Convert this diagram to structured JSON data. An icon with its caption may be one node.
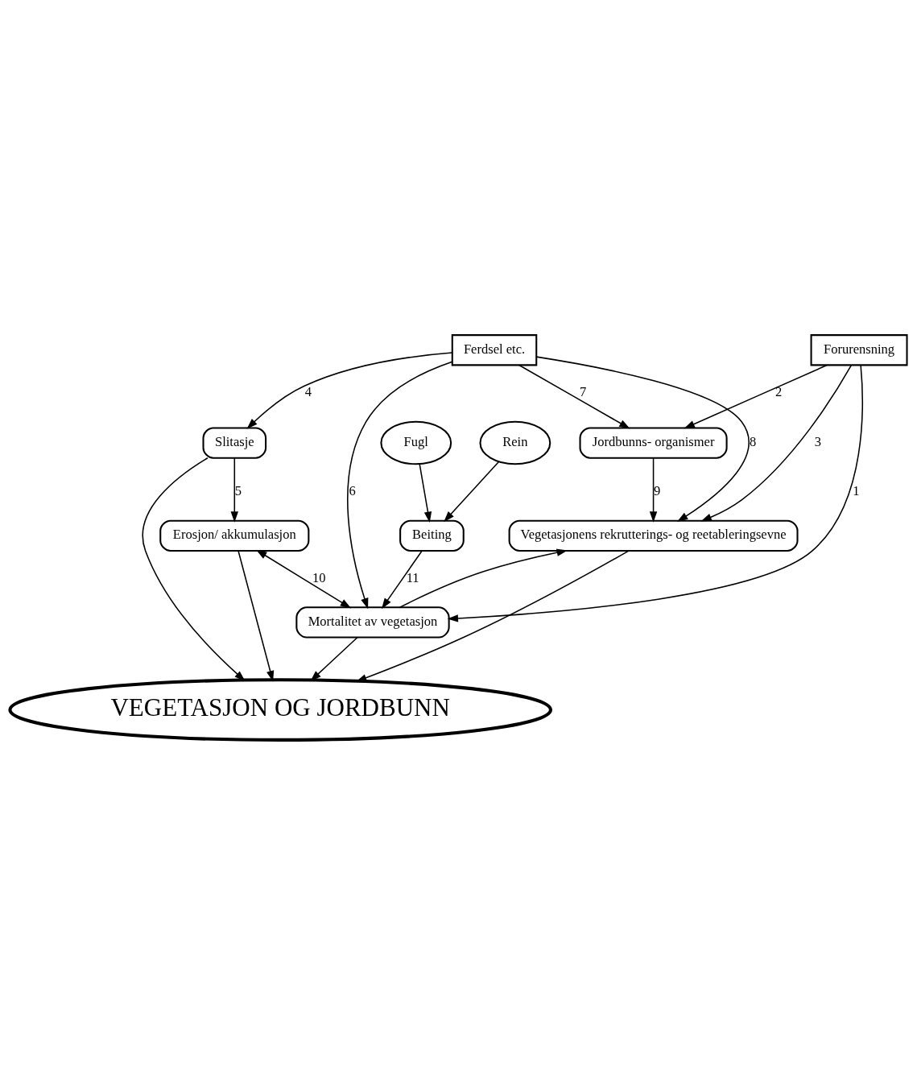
{
  "diagram": {
    "nodes": [
      {
        "text": [
          "Forurensning"
        ]
      },
      {
        "text": [
          "Ferdsel etc."
        ]
      },
      {
        "text": [
          "VEGETASJON OG JORDBUNN"
        ]
      },
      {
        "text": [
          "Slitasje"
        ]
      },
      {
        "text": [
          "Jordbunns- organismer"
        ]
      },
      {
        "text": [
          "Mortalitet av vegetasjon"
        ]
      },
      {
        "text": [
          "Erosjon/ akkumulasjon"
        ]
      },
      {
        "text": [
          "Beiting"
        ]
      },
      {
        "text": [
          "Vegetasjonens rekrutterings- og reetableringsevne"
        ]
      },
      {
        "text": [
          "Rein"
        ]
      },
      {
        "text": [
          "Fugl"
        ]
      }
    ],
    "edges": [
      {
        "from": 0,
        "to": 5,
        "arrow": "to",
        "label": "1"
      },
      {
        "from": 0,
        "to": 8,
        "arrow": "to",
        "label": "3"
      },
      {
        "from": 0,
        "to": 4,
        "arrow": "to",
        "label": "2"
      },
      {
        "from": 1,
        "to": 3,
        "arrow": "to",
        "label": "4"
      },
      {
        "from": 1,
        "to": 5,
        "arrow": "to",
        "label": "6"
      },
      {
        "from": 1,
        "to": 4,
        "arrow": "to",
        "label": "7"
      },
      {
        "from": 1,
        "to": 8,
        "arrow": "to",
        "label": "8"
      },
      {
        "from": 3,
        "to": 2,
        "arrow": "to"
      },
      {
        "from": 6,
        "to": 2,
        "arrow": "to"
      },
      {
        "from": 5,
        "to": 2,
        "arrow": "to"
      },
      {
        "from": 8,
        "to": 2,
        "arrow": "to"
      },
      {
        "from": 3,
        "to": 6,
        "arrow": "to",
        "label": "5"
      },
      {
        "from": 4,
        "to": 8,
        "arrow": "to",
        "label": "9"
      },
      {
        "from": 5,
        "to": 6,
        "arrow": "both",
        "label": "10"
      },
      {
        "from": 7,
        "to": 5,
        "arrow": "to",
        "label": "11"
      },
      {
        "from": 5,
        "to": 8,
        "arrow": "to"
      },
      {
        "from": 9,
        "to": 7,
        "arrow": "to"
      },
      {
        "from": 10,
        "to": 7,
        "arrow": "to"
      }
    ]
  }
}
